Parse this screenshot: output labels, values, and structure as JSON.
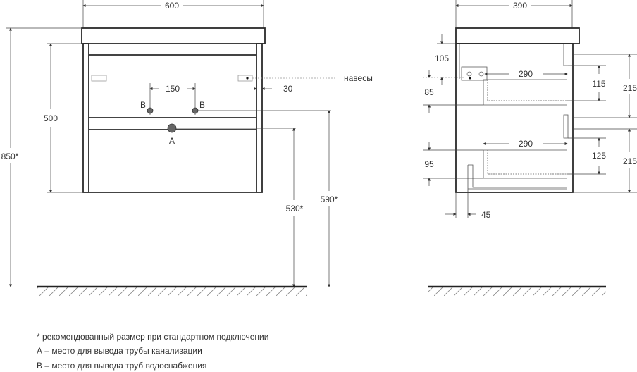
{
  "front_view": {
    "width": "600",
    "height": "500",
    "total_height": "850*",
    "pipe_spacing": "150",
    "hanger_offset": "30",
    "drain_height": "530*",
    "supply_height": "590*",
    "label_a": "A",
    "label_b": "B",
    "hangers_label": "навесы"
  },
  "side_view": {
    "depth": "390",
    "top_offset": "105",
    "hanger_gap": "85",
    "upper_drawer_depth": "290",
    "upper_drawer_height": "115",
    "upper_section_height": "215",
    "lower_drawer_depth": "290",
    "lower_drawer_height": "125",
    "lower_section_height": "215",
    "bottom_gap": "95",
    "plinth_offset": "45"
  },
  "notes": [
    "* рекомендованный размер при стандартном подключении",
    "А – место для вывода трубы канализации",
    "В – место для вывода труб водоснабжения"
  ]
}
